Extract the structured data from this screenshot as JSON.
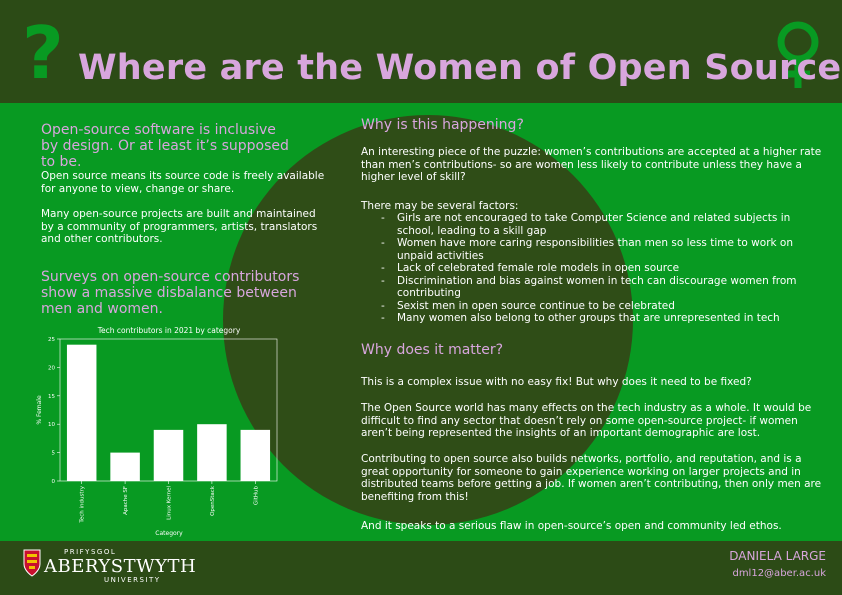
{
  "header": {
    "title": "Where are the Women of Open Source?",
    "question_glyph": "?",
    "icons": [
      "question-mark-icon",
      "venus-symbol-icon"
    ]
  },
  "left": {
    "intro_heading": "Open-source software is inclusive by design. Or at least it’s supposed to be.",
    "para1": "Open source means its source code is freely available for anyone to view, change or share.",
    "para2": "Many open-source projects are built and maintained by a community of programmers, artists, translators and other contributors.",
    "survey_heading": "Surveys on open-source contributors show a massive disbalance between men and women."
  },
  "right": {
    "why_heading": "Why is this happening?",
    "why_para": "An interesting piece of the puzzle: women’s contributions are accepted at a higher rate than men’s contributions- so are women less likely to contribute unless they have a higher level of skill?",
    "factors_intro": "There may be several factors:",
    "factors": [
      "Girls are not encouraged to take Computer Science and related subjects in school, leading to a skill gap",
      "Women have more caring responsibilities than men so less time to work on unpaid activities",
      "Lack of celebrated female role models in open source",
      "Discrimination and bias against women in tech can discourage women from contributing",
      "Sexist men in open source continue to be celebrated",
      "Many women also belong to other groups that are unrepresented in tech"
    ],
    "matter_heading": "Why does it matter?",
    "matter_para1": "This is a complex issue with no easy fix! But why does it need to be fixed?",
    "matter_para2": "The Open Source world has many effects on the tech industry as a whole. It would be difficult to find any sector that doesn’t rely on some open-source project- if women aren’t being represented the insights of an important demographic are lost.",
    "matter_para3": "Contributing to open source also builds networks, portfolio, and reputation, and is a great opportunity for someone to gain experience working on larger projects and in distributed teams before getting a job. If women aren’t contributing, then only men are benefiting from this!",
    "matter_para4": "And it speaks to a serious flaw in open-source’s open and community led ethos."
  },
  "footer": {
    "logo_top": "PRIFYSGOL",
    "logo_main": "ABERYSTWYTH",
    "logo_bottom": "UNIVERSITY",
    "author": "DANIELA LARGE",
    "email": "dml12@aber.ac.uk"
  },
  "colors": {
    "background_green": "#089a22",
    "dark_green": "#2c4b16",
    "accent_pink": "#d8a6dd",
    "text_white": "#ffffff"
  },
  "chart_data": {
    "type": "bar",
    "title": "Tech contributors in 2021 by category",
    "xlabel": "Category",
    "ylabel": "% Female",
    "categories": [
      "Tech industry",
      "Apache SF",
      "Linux Kernel",
      "OpenStack",
      "GitHub"
    ],
    "values": [
      24,
      5,
      9,
      10,
      9
    ],
    "ylim": [
      0,
      25
    ],
    "yticks": [
      0,
      5,
      10,
      15,
      20,
      25
    ],
    "grid": false,
    "bar_color": "#ffffff"
  }
}
